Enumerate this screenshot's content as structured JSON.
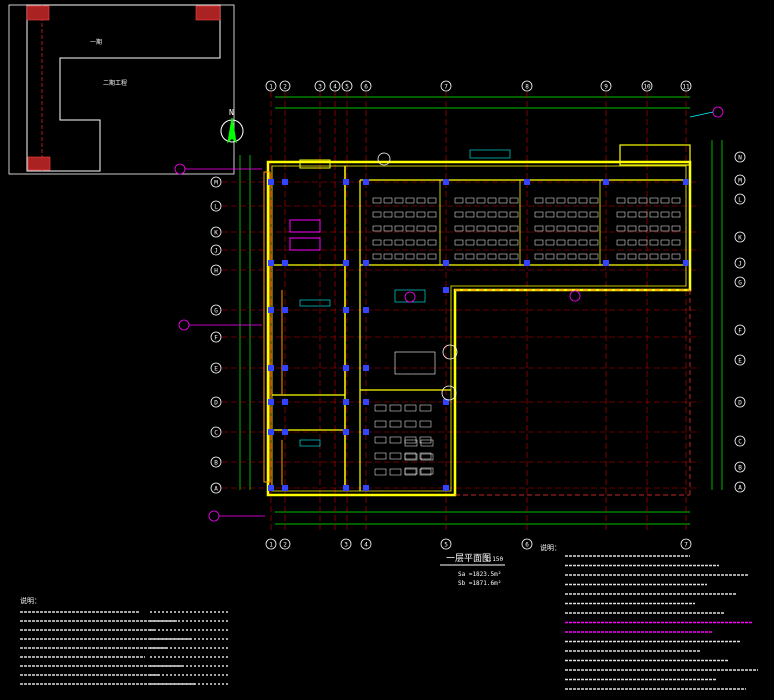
{
  "canvas": {
    "background": "#000000"
  },
  "keyplan": {
    "label_top": "一期",
    "label_mid": "二期工程"
  },
  "north_label": "N",
  "plan_title": "一层平面图",
  "plan_scale": "1:150",
  "area_line_1": "Sa =1823.5m²",
  "area_line_2": "Sb =1871.6m²",
  "notes_left_title": "说明：",
  "notes_right_title": "说明：",
  "grid_top": [
    "1",
    "2",
    "3",
    "4",
    "5",
    "6",
    "7",
    "8",
    "9",
    "10",
    "11"
  ],
  "grid_bottom": [
    "1",
    "2",
    "3",
    "4",
    "5",
    "6",
    "7"
  ],
  "grid_left": [
    "M",
    "L",
    "K",
    "J",
    "H",
    "G",
    "F",
    "E",
    "D",
    "C",
    "B",
    "A"
  ],
  "grid_right": [
    "N",
    "M",
    "L",
    "K",
    "J",
    "G",
    "F",
    "E",
    "D",
    "C",
    "B",
    "A"
  ],
  "colors": {
    "wall": "#ffff00",
    "grid_line": "#cc0000",
    "dimension": "#00ff00",
    "circle": "#ffffff",
    "column": "#3344ff",
    "equipment": "#ff00ff",
    "cyan": "#00ffff",
    "text": "#ffffff",
    "keyplan_fill": "#aa2222"
  },
  "icons": [
    "north-arrow-icon",
    "grid-bubble-icon",
    "section-marker-icon"
  ]
}
